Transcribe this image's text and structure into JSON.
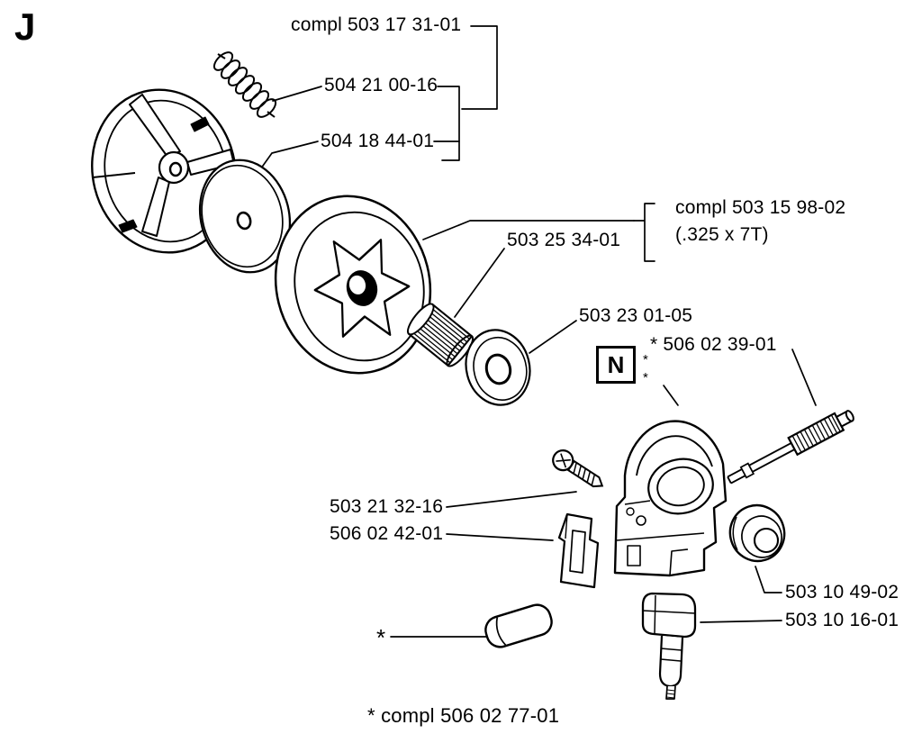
{
  "page": {
    "section_letter": "J",
    "background_color": "#ffffff",
    "ink_color": "#000000"
  },
  "badge": {
    "label": "N"
  },
  "callouts": {
    "clutch_complete": "compl 503 17 31-01",
    "clutch_spring": "504 21 00-16",
    "washer_front": "504 18 44-01",
    "drum_complete": "compl 503 15 98-02",
    "drum_spec": "(.325 x 7T)",
    "needle_bearing": "503 25 34-01",
    "washer_rear": "503 23 01-05",
    "worm_gear": "* 506 02 39-01",
    "pump_screw": "503 21 32-16",
    "pump_bracket": "506 02 42-01",
    "pump_plunger": "503 10 49-02",
    "pump_plug": "503 10 16-01",
    "strainer_mark": "*",
    "footnote": "* compl 506 02 77-01",
    "badge_mark_top": "*",
    "badge_mark_bottom": "*"
  }
}
